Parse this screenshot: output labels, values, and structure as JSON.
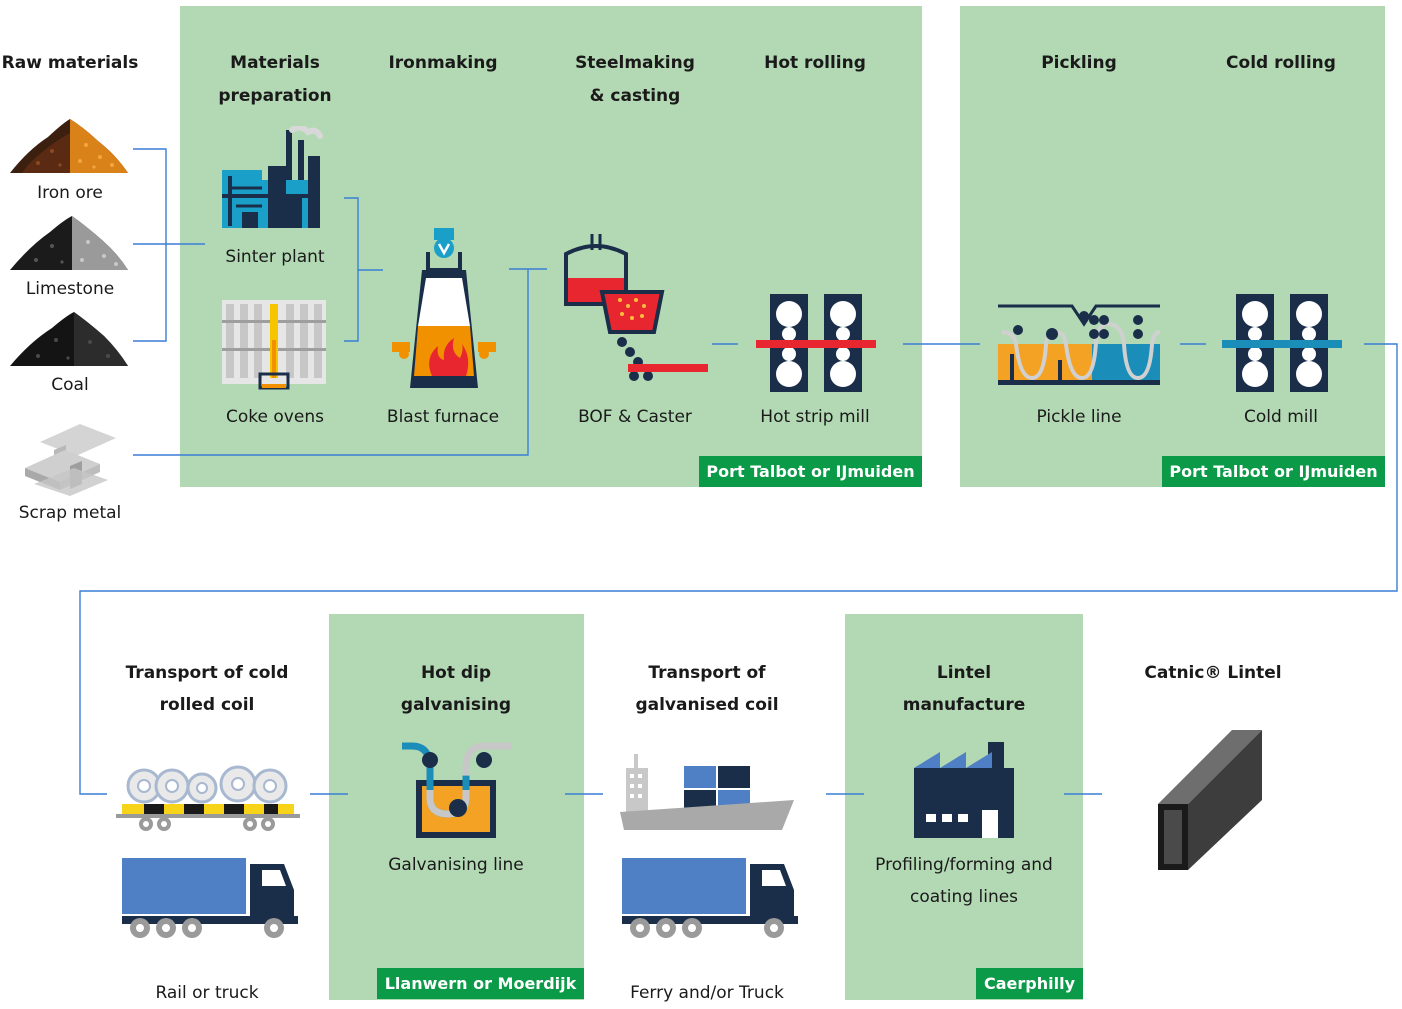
{
  "colors": {
    "panel": "#b3d9b4",
    "location_badge": "#0a9a48",
    "connector": "#3a7fd5"
  },
  "raw_materials": {
    "heading": "Raw materials",
    "items": [
      {
        "label": "Iron ore",
        "icon": "iron-ore-pile-icon"
      },
      {
        "label": "Limestone",
        "icon": "limestone-pile-icon"
      },
      {
        "label": "Coal",
        "icon": "coal-pile-icon"
      },
      {
        "label": "Scrap metal",
        "icon": "scrap-metal-beams-icon"
      }
    ]
  },
  "stages_top": [
    {
      "heading": [
        "Materials",
        "preparation"
      ],
      "items": [
        "Sinter plant",
        "Coke ovens"
      ]
    },
    {
      "heading": [
        "Ironmaking"
      ],
      "item": "Blast furnace"
    },
    {
      "heading": [
        "Steelmaking",
        "& casting"
      ],
      "item": "BOF & Caster"
    },
    {
      "heading": [
        "Hot rolling"
      ],
      "item": "Hot strip mill"
    },
    {
      "heading": [
        "Pickling"
      ],
      "item": "Pickle line"
    },
    {
      "heading": [
        "Cold rolling"
      ],
      "item": "Cold mill"
    }
  ],
  "locations_top": [
    "Port Talbot or IJmuiden",
    "Port Talbot or IJmuiden"
  ],
  "stages_bottom": [
    {
      "heading": [
        "Transport of cold",
        "rolled coil"
      ],
      "item": "Rail or truck"
    },
    {
      "heading": [
        "Hot dip",
        "galvanising"
      ],
      "item": "Galvanising line",
      "location": "Llanwern or Moerdijk"
    },
    {
      "heading": [
        "Transport of",
        "galvanised coil"
      ],
      "item": "Ferry and/or Truck"
    },
    {
      "heading": [
        "Lintel",
        "manufacture"
      ],
      "item": [
        "Profiling/forming and",
        "coating lines"
      ],
      "location": "Caerphilly"
    },
    {
      "heading": [
        "Catnic® Lintel"
      ]
    }
  ]
}
